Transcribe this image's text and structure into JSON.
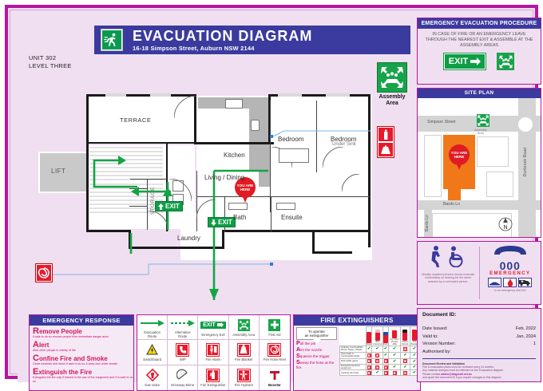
{
  "header": {
    "title": "EVACUATION DIAGRAM",
    "address": "16-18 Simpson Street, Auburn NSW 2144",
    "running_man_icon": "running-man-exit-icon"
  },
  "unit": {
    "line1": "UNIT 302",
    "line2": "LEVEL THREE"
  },
  "assembly_marker": {
    "label_line1": "Assembly",
    "label_line2": "Area",
    "icon": "assembly-area-icon"
  },
  "floor_plan": {
    "rooms": [
      {
        "name": "TERRACE"
      },
      {
        "name": "Kitchen"
      },
      {
        "name": "Living / Dining"
      },
      {
        "name": "Bedroom"
      },
      {
        "name": "Bedroom"
      },
      {
        "name": "Bath"
      },
      {
        "name": "Ensuite"
      },
      {
        "name": "Laundry"
      },
      {
        "name": "STORAGE"
      },
      {
        "name": "LIFT"
      }
    ],
    "bedroom2_note": "Under Sink",
    "exit_signs": [
      {
        "label": "EXIT",
        "direction": "up"
      },
      {
        "label": "EXIT",
        "direction": "down"
      }
    ],
    "you_are_here": "YOU ARE HERE",
    "equipment": [
      {
        "name": "fire-hose-reel-icon"
      },
      {
        "name": "fire-extinguisher-icon"
      },
      {
        "name": "fire-blanket-icon"
      }
    ]
  },
  "emergency_response": {
    "heading": "EMERGENCY RESPONSE",
    "items": [
      {
        "lead": "R",
        "rest": "emove People",
        "desc": "If safe to do so remove people from immediate danger area"
      },
      {
        "lead": "A",
        "rest": "lert",
        "desc": "Alert other people in vicinity of fire"
      },
      {
        "lead": "C",
        "rest": "onfine Fire and Smoke",
        "desc": "Close windows and doors if safe to do so & keep due under smoke"
      },
      {
        "lead": "E",
        "rest": "xtinguish the Fire",
        "desc": "Extinguish the fire only if trained in the use of the equipment and if is safe to do so"
      }
    ]
  },
  "legend": {
    "items": [
      {
        "label_l1": "Evacuation",
        "label_l2": "Route",
        "icon": "evacuation-route-arrow-icon"
      },
      {
        "label_l1": "Alternative",
        "label_l2": "Route",
        "icon": "alternative-route-arrow-icon"
      },
      {
        "label_l1": "Emergency Exit",
        "label_l2": "",
        "icon": "emergency-exit-icon"
      },
      {
        "label_l1": "Assembly Area",
        "label_l2": "",
        "icon": "assembly-area-icon"
      },
      {
        "label_l1": "First Aid",
        "label_l2": "",
        "icon": "first-aid-icon"
      },
      {
        "label_l1": "Switchboard",
        "label_l2": "",
        "icon": "switchboard-icon"
      },
      {
        "label_l1": "WIP",
        "label_l2": "",
        "icon": "warden-intercom-point-icon"
      },
      {
        "label_l1": "Fire Alarm",
        "label_l2": "",
        "icon": "fire-alarm-icon"
      },
      {
        "label_l1": "Fire Blanket",
        "label_l2": "",
        "icon": "fire-blanket-icon"
      },
      {
        "label_l1": "Fire Hose Reel",
        "label_l2": "",
        "icon": "fire-hose-reel-icon"
      },
      {
        "label_l1": "Gas Valve",
        "label_l2": "",
        "icon": "gas-valve-icon"
      },
      {
        "label_l1": "Driveway Mirror",
        "label_l2": "",
        "icon": "driveway-mirror-icon"
      },
      {
        "label_l1": "Fire Extinguisher",
        "label_l2": "",
        "icon": "fire-extinguisher-icon"
      },
      {
        "label_l1": "Fire Hydrant",
        "label_l2": "",
        "icon": "fire-hydrant-icon"
      },
      {
        "label_l1": "Booster",
        "label_l2": "",
        "icon": "booster-icon"
      }
    ]
  },
  "fire_extinguishers": {
    "heading": "FIRE EXTINGUISHERS",
    "operate_callout": "To operate\nan extinguisher",
    "pass": [
      {
        "lead": "P",
        "rest": "ull the pin"
      },
      {
        "lead": "A",
        "rest": "im the nozzle"
      },
      {
        "lead": "S",
        "rest": "queeze the trigger"
      },
      {
        "lead": "S",
        "rest": "weep the hose at the fire"
      }
    ],
    "select_callout": "Use the\ncorrect\nextinguisher",
    "types": [
      {
        "name": "Water",
        "color": "#e8192c",
        "band": "#e8192c"
      },
      {
        "name": "Wet Chemical",
        "color": "#e8192c",
        "band": "#f2b8bd"
      },
      {
        "name": "Foam",
        "color": "#e8192c",
        "band": "#1f4ea8"
      },
      {
        "name": "Dry Chem Powder ABE",
        "color": "#e8192c",
        "band": "#ffffff"
      },
      {
        "name": "Carbon Dioxide",
        "color": "#e8192c",
        "band": "#1a1a1a"
      },
      {
        "name": "Fire Blanket",
        "color": "#e8192c",
        "band": "#e8192c"
      }
    ],
    "fire_classes": [
      {
        "label": "Ordinary Combustibles Wood / Paper / Plastic",
        "marks": [
          "yes",
          "yes",
          "yes",
          "yes",
          "no",
          "yes"
        ]
      },
      {
        "label": "Flammable & Combustible liquids",
        "marks": [
          "no",
          "no",
          "yes",
          "yes",
          "yes",
          "yes"
        ]
      },
      {
        "label": "Flammable gases",
        "marks": [
          "no",
          "no",
          "no",
          "yes",
          "no",
          "yes"
        ]
      },
      {
        "label": "Energised electrical equipment",
        "marks": [
          "no",
          "no",
          "no",
          "yes",
          "yes",
          "yes"
        ]
      },
      {
        "label": "Cooking oils & fats",
        "marks": [
          "no",
          "yes",
          "no",
          "no",
          "no",
          "yes"
        ]
      }
    ],
    "tick": "✔",
    "cross": "✖"
  },
  "emergency_procedure": {
    "heading": "EMERGENCY EVACUATION PROCEDURE",
    "text": "IN CASE OF FIRE OR AN EMERGENCY LEAVE THROUGH THE NEAREST EXIT & ASSEMBLE AT THE ASSEMBLY AREAS",
    "exit_label": "EXIT",
    "exit_icon": "exit-arrow-icon",
    "assembly_icon": "assembly-area-icon"
  },
  "site_plan": {
    "heading": "SITE PLAN",
    "streets": [
      {
        "name": "Simpson Street"
      },
      {
        "name": "Dunbrook Road"
      },
      {
        "name": "Bardo Ln"
      },
      {
        "name": "Bardo Ln"
      }
    ],
    "you_are_here": "YOU ARE HERE",
    "assembly_label_l1": "Assembly",
    "assembly_label_l2": "Area",
    "north_label": "N",
    "north_icon": "north-compass-icon"
  },
  "mobility": {
    "icon": "mobility-impaired-icon",
    "caption": "Mobility impaired persons should evacuate immediately on hearing the fire alarm assisted by a nominated person.",
    "phone_icon": "telephone-icon",
    "number": "000",
    "emergency_word": "EMERGENCY",
    "services": [
      "police-icon",
      "fire-icon",
      "ambulance-icon"
    ],
    "footer": "In an emergency dial 000"
  },
  "document": {
    "id_label": "Document ID:",
    "id_value": "",
    "rows": [
      {
        "label": "Date Issued:",
        "value": "Feb, 2022"
      },
      {
        "label": "Valid to:",
        "value": "Jan, 2024"
      },
      {
        "label": "Version Number:",
        "value": "1"
      },
      {
        "label": "Authorised by:",
        "value": ""
      }
    ],
    "note_title": "Document Review and Validation",
    "note_l1": "Fire & evacuation plans must be reviewed every 24 months.",
    "note_l2": "Any material changes must be reflected on the Evacuation diagram.",
    "note_l3_pre": "Please contact ",
    "note_email": "admin@diagcraft.net.au",
    "note_l4": "and quote the document ID if you require  changes to this diagram."
  },
  "colors": {
    "brand_purple": "#b5179e",
    "header_blue": "#3b3a9e",
    "green": "#17a34a",
    "red": "#e8192c",
    "orange": "#f07818"
  }
}
